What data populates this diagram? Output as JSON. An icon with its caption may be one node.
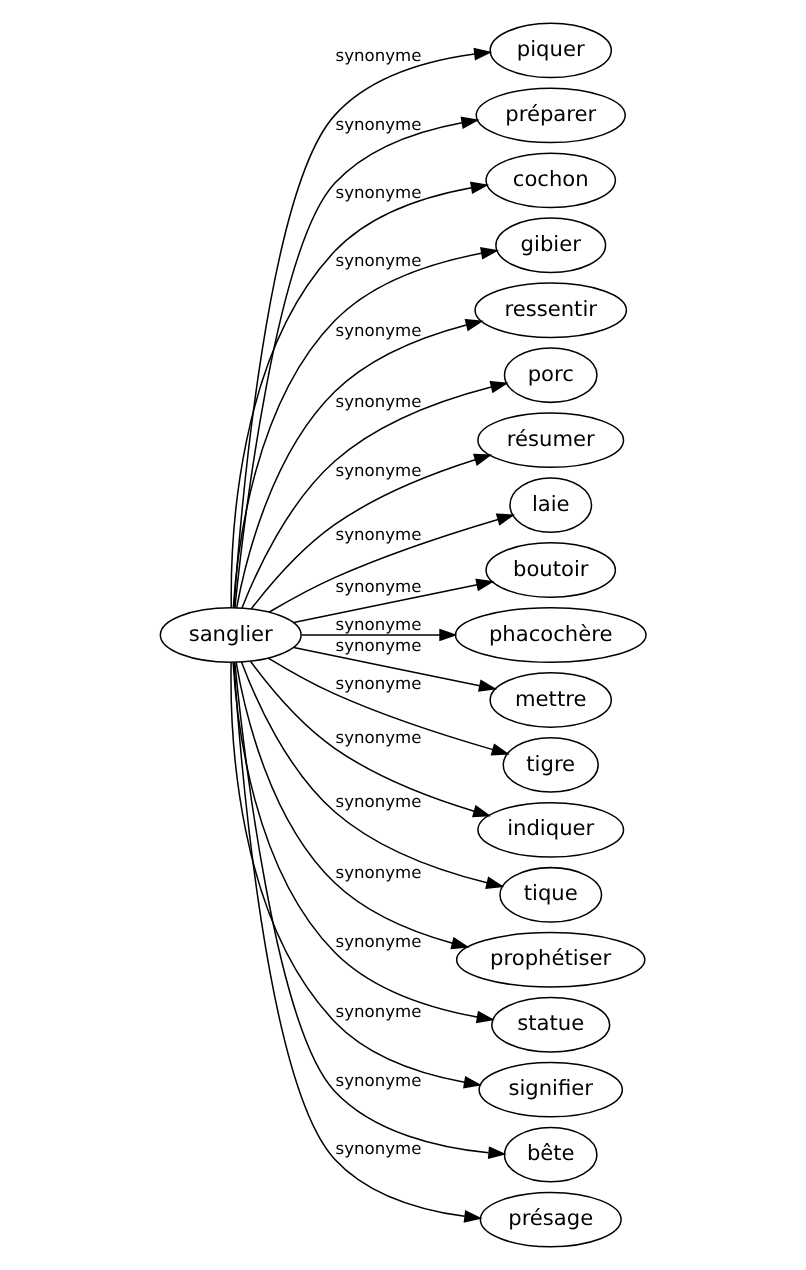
{
  "diagram": {
    "nodes": [
      {
        "text": [
          "sanglier"
        ]
      },
      {
        "text": [
          "piquer"
        ]
      },
      {
        "text": [
          "préparer"
        ]
      },
      {
        "text": [
          "cochon"
        ]
      },
      {
        "text": [
          "gibier"
        ]
      },
      {
        "text": [
          "ressentir"
        ]
      },
      {
        "text": [
          "porc"
        ]
      },
      {
        "text": [
          "résumer"
        ]
      },
      {
        "text": [
          "laie"
        ]
      },
      {
        "text": [
          "boutoir"
        ]
      },
      {
        "text": [
          "phacochère"
        ]
      },
      {
        "text": [
          "mettre"
        ]
      },
      {
        "text": [
          "tigre"
        ]
      },
      {
        "text": [
          "indiquer"
        ]
      },
      {
        "text": [
          "tique"
        ]
      },
      {
        "text": [
          "prophétiser"
        ]
      },
      {
        "text": [
          "statue"
        ]
      },
      {
        "text": [
          "signifier"
        ]
      },
      {
        "text": [
          "bête"
        ]
      },
      {
        "text": [
          "présage"
        ]
      }
    ],
    "edges": [
      {
        "from": 0,
        "to": 1,
        "arrow": "to",
        "label": "synonyme"
      },
      {
        "from": 0,
        "to": 2,
        "arrow": "to",
        "label": "synonyme"
      },
      {
        "from": 0,
        "to": 3,
        "arrow": "to",
        "label": "synonyme"
      },
      {
        "from": 0,
        "to": 4,
        "arrow": "to",
        "label": "synonyme"
      },
      {
        "from": 0,
        "to": 5,
        "arrow": "to",
        "label": "synonyme"
      },
      {
        "from": 0,
        "to": 6,
        "arrow": "to",
        "label": "synonyme"
      },
      {
        "from": 0,
        "to": 7,
        "arrow": "to",
        "label": "synonyme"
      },
      {
        "from": 0,
        "to": 8,
        "arrow": "to",
        "label": "synonyme"
      },
      {
        "from": 0,
        "to": 9,
        "arrow": "to",
        "label": "synonyme"
      },
      {
        "from": 0,
        "to": 10,
        "arrow": "to",
        "label": "synonyme"
      },
      {
        "from": 0,
        "to": 11,
        "arrow": "to",
        "label": "synonyme"
      },
      {
        "from": 0,
        "to": 12,
        "arrow": "to",
        "label": "synonyme"
      },
      {
        "from": 0,
        "to": 13,
        "arrow": "to",
        "label": "synonyme"
      },
      {
        "from": 0,
        "to": 14,
        "arrow": "to",
        "label": "synonyme"
      },
      {
        "from": 0,
        "to": 15,
        "arrow": "to",
        "label": "synonyme"
      },
      {
        "from": 0,
        "to": 16,
        "arrow": "to",
        "label": "synonyme"
      },
      {
        "from": 0,
        "to": 17,
        "arrow": "to",
        "label": "synonyme"
      },
      {
        "from": 0,
        "to": 18,
        "arrow": "to",
        "label": "synonyme"
      },
      {
        "from": 0,
        "to": 19,
        "arrow": "to",
        "label": "synonyme"
      }
    ]
  }
}
